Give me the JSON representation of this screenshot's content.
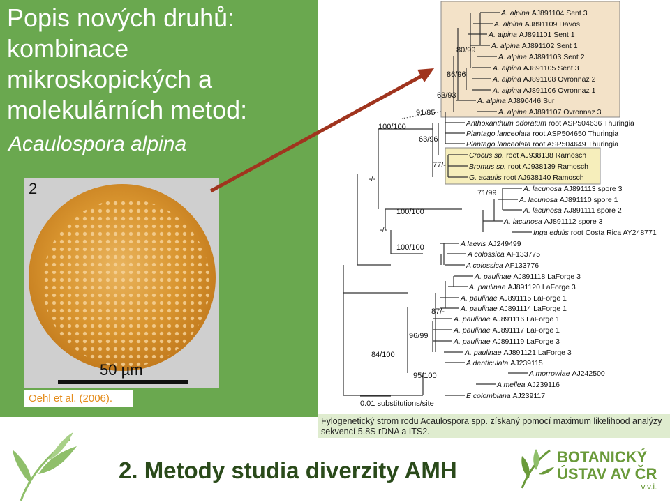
{
  "slide": {
    "title": "Popis nových druhů:\nkombinace\nmikroskopických a\nmolekulárních metod:",
    "species": "Acaulospora alpina",
    "photo": {
      "panel_number": "2",
      "scale_label": "50 µm",
      "citation": "Oehl et al. (2006)."
    },
    "caption": "Fylogenetický strom rodu Acaulospora spp. získaný pomocí maximum likelihood analýzy sekvencí 5.8S rDNA a ITS2.",
    "bottom_title": "2. Metody studia diverzity AMH",
    "institute": {
      "line1": "BOTANICKÝ",
      "line2": "ÚSTAV AV ČR",
      "line3": "v.v.i."
    },
    "colors": {
      "green_panel": "#6aa84f",
      "highlight_box": "#f3e2c8",
      "arrow": "#a0341e",
      "citation_text": "#e48c1c"
    }
  },
  "tree": {
    "scale_label": "0.01 substitutions/site",
    "support_labels": [
      "80/99",
      "86/96",
      "63/93",
      "91/85",
      "100/100",
      "63/96",
      "77/-",
      "-/-",
      "71/99",
      "100/100",
      "-/-",
      "100/100",
      "87/-",
      "96/99",
      "84/100",
      "95/100"
    ],
    "taxa": [
      "A. alpina AJ891104 Sent 3",
      "A. alpina AJ891109 Davos",
      "A. alpina AJ891101 Sent 1",
      "A. alpina AJ891102 Sent 1",
      "A. alpina AJ891103 Sent 2",
      "A. alpina AJ891105 Sent 3",
      "A. alpina AJ891108 Ovronnaz 2",
      "A. alpina AJ891106 Ovronnaz 1",
      "A. alpina AJ890446 Sur",
      "A. alpina AJ891107 Ovronnaz 3",
      "Anthoxanthum odoratum root ASP504636 Thuringia",
      "Plantago lanceolata root ASP504650 Thuringia",
      "Plantago lanceolata root ASP504649 Thuringia",
      "Crocus sp. root AJ938138 Ramosch",
      "Bromus sp. root AJ938139 Ramosch",
      "G. acaulis root AJ938140 Ramosch",
      "A. lacunosa AJ891113 spore 3",
      "A. lacunosa AJ891110 spore 1",
      "A. lacunosa AJ891111 spore 2",
      "A. lacunosa AJ891112 spore 3",
      "Inga edulis root Costa Rica AY248771",
      "A laevis AJ249499",
      "A colossica AF133775",
      "A colossica AF133776",
      "A. paulinae AJ891118 LaForge 3",
      "A. paulinae AJ891120 LaForge 3",
      "A. paulinae AJ891115 LaForge 1",
      "A. paulinae AJ891114 LaForge 1",
      "A. paulinae AJ891116 LaForge 1",
      "A. paulinae AJ891117 LaForge 1",
      "A. paulinae AJ891119 LaForge 3",
      "A. paulinae AJ891121 LaForge 3",
      "A denticulata AJ239115",
      "A morrowiae AJ242500",
      "A mellea AJ239116",
      "E colombiana AJ239117"
    ]
  }
}
